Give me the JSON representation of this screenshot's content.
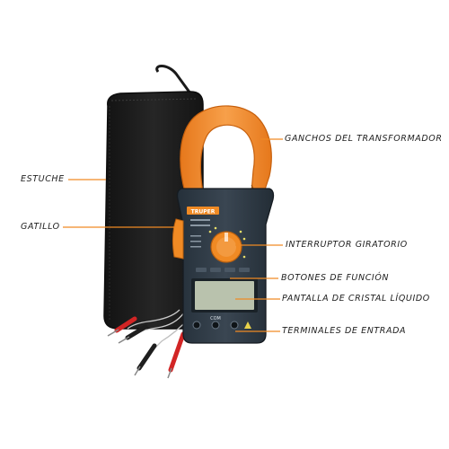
{
  "labels": {
    "ganchos": "GANCHOS DEL TRANSFORMADOR",
    "estuche": "ESTUCHE",
    "gatillo": "GATILLO",
    "interruptor": "INTERRUPTOR GIRATORIO",
    "botones": "BOTONES DE FUNCIÓN",
    "pantalla": "PANTALLA DE CRISTAL LÍQUIDO",
    "terminales": "TERMINALES DE ENTRADA"
  },
  "device": {
    "brand": "TRUPER",
    "terminal_com": "COM"
  },
  "colors": {
    "leader": "#f08a24",
    "clamp": "#f39332",
    "body": "#2f3a44",
    "case": "#1b1b1b",
    "lcd": "#b9c2ad"
  }
}
